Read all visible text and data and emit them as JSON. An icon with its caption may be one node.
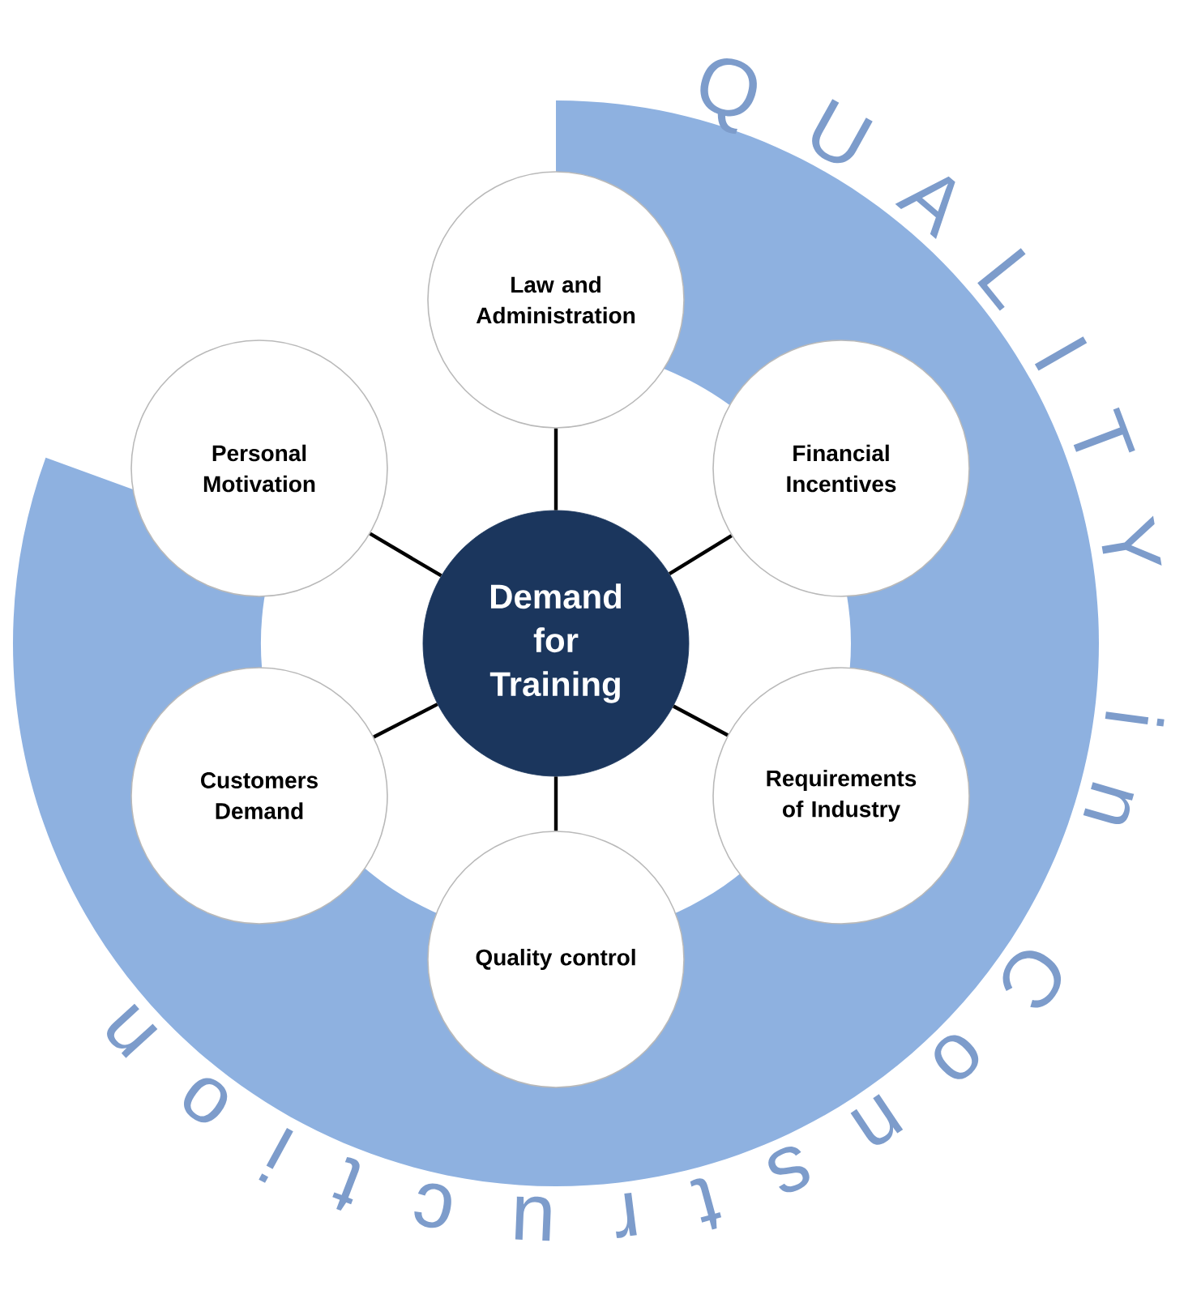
{
  "diagram": {
    "nodes": [
      {
        "text": [
          "Demand for Training"
        ]
      },
      {
        "text": [
          "Law and Administration"
        ]
      },
      {
        "text": [
          "Financial Incentives"
        ]
      },
      {
        "text": [
          "Requirements of Industry"
        ]
      },
      {
        "text": [
          "Quality control"
        ]
      },
      {
        "text": [
          "Customers Demand"
        ]
      },
      {
        "text": [
          "Personal Motivation"
        ]
      }
    ],
    "edges": [
      {
        "from": 0,
        "to": 1,
        "arrow": "none"
      },
      {
        "from": 0,
        "to": 2,
        "arrow": "none"
      },
      {
        "from": 0,
        "to": 3,
        "arrow": "none"
      },
      {
        "from": 0,
        "to": 4,
        "arrow": "none"
      },
      {
        "from": 0,
        "to": 5,
        "arrow": "none"
      },
      {
        "from": 0,
        "to": 6,
        "arrow": "none"
      }
    ],
    "labels": [
      "QUALITY in Construction"
    ]
  }
}
